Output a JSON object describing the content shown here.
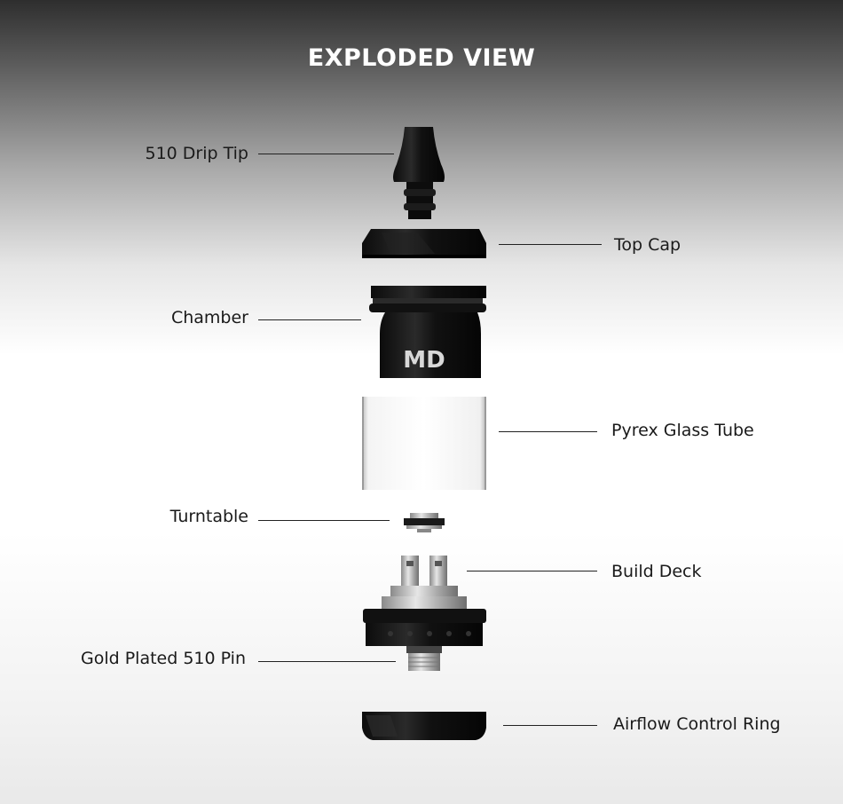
{
  "title": "EXPLODED VIEW",
  "parts": [
    {
      "id": "drip-tip",
      "label": "510 Drip Tip",
      "side": "left"
    },
    {
      "id": "top-cap",
      "label": "Top Cap",
      "side": "right"
    },
    {
      "id": "chamber",
      "label": "Chamber",
      "side": "left"
    },
    {
      "id": "glass-tube",
      "label": "Pyrex Glass Tube",
      "side": "right"
    },
    {
      "id": "turntable",
      "label": "Turntable",
      "side": "left"
    },
    {
      "id": "build-deck",
      "label": "Build Deck",
      "side": "right"
    },
    {
      "id": "510-pin",
      "label": "Gold Plated 510 Pin",
      "side": "left"
    },
    {
      "id": "airflow-ring",
      "label": "Airflow Control Ring",
      "side": "right"
    }
  ],
  "logo_text": "MD",
  "colors": {
    "metal_dark": "#141414",
    "steel": "#b9b9b9",
    "glass_edge": "#c9c9c9"
  }
}
